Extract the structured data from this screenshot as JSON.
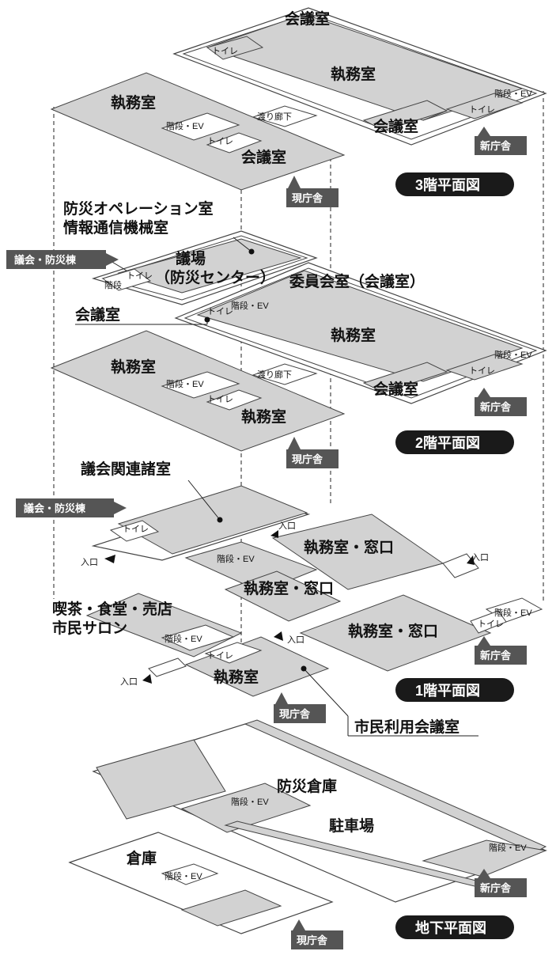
{
  "floors": {
    "f3": "3階平面図",
    "f2": "2階平面図",
    "f1": "1階平面図",
    "b1": "地下平面図"
  },
  "buildings": {
    "shin": "新庁舎",
    "gen": "現庁舎",
    "gikai": "議会・防災棟"
  },
  "rooms": {
    "kaigishitsu": "会議室",
    "shitsumushitsu": "執務室",
    "toilet": "トイレ",
    "kaidan_ev": "階段・EV",
    "kaidan": "階段",
    "watari": "渡り廊下",
    "bosai_op_1": "防災オペレーション室",
    "bosai_op_2": "情報通信機械室",
    "gijo_1": "議場",
    "gijo_2": "（防災センター）",
    "iinkai": "委員会室（会議室）",
    "gikai_kanren": "議会関連諸室",
    "madoguchi": "執務室・窓口",
    "iriguchi": "入口",
    "kissa_1": "喫茶・食堂・売店",
    "kissa_2": "市民サロン",
    "shimin_kaigi": "市民利用会議室",
    "bosai_soko": "防災倉庫",
    "chushajo": "駐車場",
    "soko": "倉庫"
  }
}
